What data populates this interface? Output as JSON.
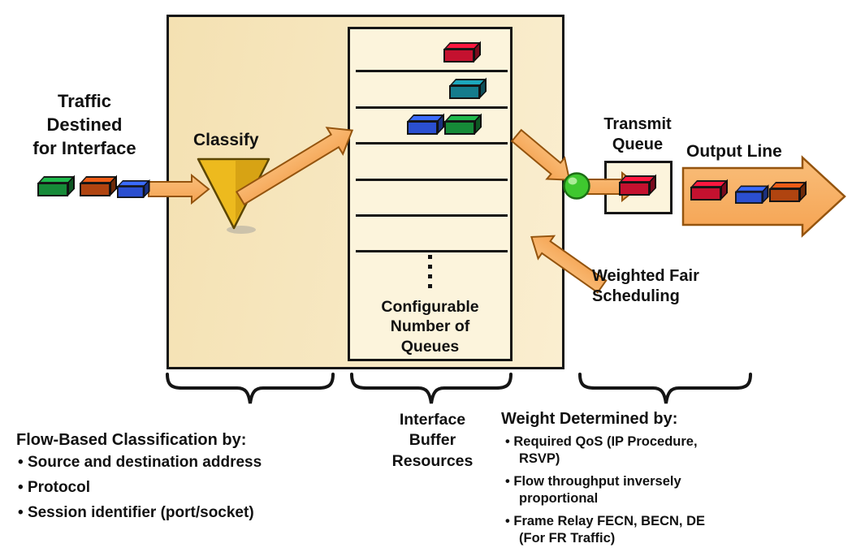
{
  "diagram": {
    "traffic_label": "Traffic\nDestined\nfor Interface",
    "classify_label": "Classify",
    "queues_label": "Configurable\nNumber of\nQueues",
    "transmit_queue_label": "Transmit\nQueue",
    "output_line_label": "Output Line",
    "scheduling_label": "Weighted Fair\nScheduling"
  },
  "annotations": {
    "classification": {
      "heading": "Flow-Based Classification by:",
      "bullets": [
        "Source and destination address",
        "Protocol",
        "Session identifier (port/socket)"
      ]
    },
    "buffer": {
      "label": "Interface\nBuffer\nResources"
    },
    "weight": {
      "heading": "Weight Determined by:",
      "bullets": [
        "Required QoS (IP Procedure, RSVP)",
        "Flow throughput inversely proportional",
        "Frame Relay FECN, BECN, DE (For FR Traffic)"
      ]
    }
  },
  "colors": {
    "box_fill": "#F4E1B2",
    "box_fill_light": "#FAEED0",
    "queue_fill": "#FCF4DC",
    "arrow_fill": "#F5A352",
    "arrow_fill_light": "#F9BE7A",
    "arrow_edge": "#94540E",
    "funnel_fill": "#EDBA1E",
    "funnel_shade": "#C8950E",
    "funnel_edge": "#5C4600",
    "circle_fill": "#3FC82F",
    "circle_edge": "#1C6E14",
    "packet_red": "#C4112F",
    "packet_teal": "#157C8C",
    "packet_blue": "#2B4FD0",
    "packet_green": "#168A38",
    "packet_brown": "#B04410"
  }
}
